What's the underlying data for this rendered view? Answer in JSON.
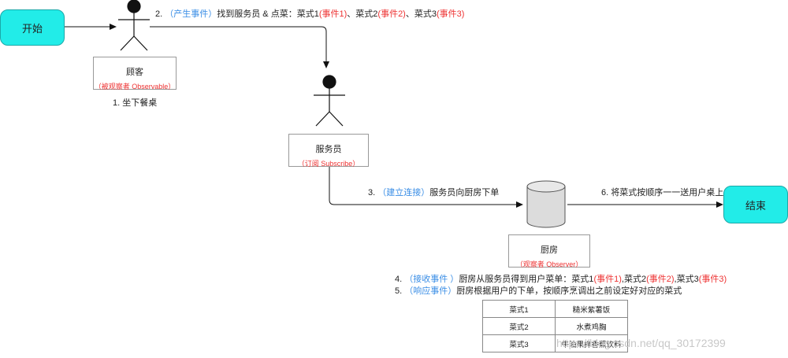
{
  "start_label": "开始",
  "end_label": "结束",
  "customer": {
    "name": "顾客",
    "role": "（被观察者 Observable）"
  },
  "waiter": {
    "name": "服务员",
    "role": "（订阅 Subscribe）"
  },
  "kitchen": {
    "name": "厨房",
    "role": "（观察者 Observer）"
  },
  "steps": {
    "s1": "1. 坐下餐桌",
    "s2": {
      "num": "2.",
      "event": "（产生事件）",
      "text1": "找到服务员 & 点菜：菜式1",
      "e1": "(事件1)",
      "sep1": "、菜式2",
      "e2": "(事件2)",
      "sep2": "、菜式3",
      "e3": "(事件3)"
    },
    "s3": {
      "num": "3.",
      "event": "（建立连接）",
      "text": "服务员向厨房下单"
    },
    "s4": {
      "num": "4.",
      "event": "（接收事件 ）",
      "text1": "厨房从服务员得到用户菜单：菜式1",
      "e1": "(事件1)",
      "sep1": ",菜式2",
      "e2": "(事件2)",
      "sep2": ",菜式3",
      "e3": "(事件3)"
    },
    "s5": {
      "num": "5.",
      "event": "（响应事件）",
      "text": "厨房根据用户的下单，按顺序烹调出之前设定好对应的菜式"
    },
    "s6": "6. 将菜式按顺序一一送用户桌上"
  },
  "dishes": [
    {
      "dish": "菜式1",
      "food": "糙米紫薯饭"
    },
    {
      "dish": "菜式2",
      "food": "水煮鸡胸"
    },
    {
      "dish": "菜式3",
      "food": "牛油果拌香蕉饮料"
    }
  ],
  "watermark": "https://blog.csdn.net/qq_30172399",
  "colors": {
    "terminal": "#22ece8",
    "event_blue": "#3a8ee6",
    "event_red": "#ee3333"
  }
}
